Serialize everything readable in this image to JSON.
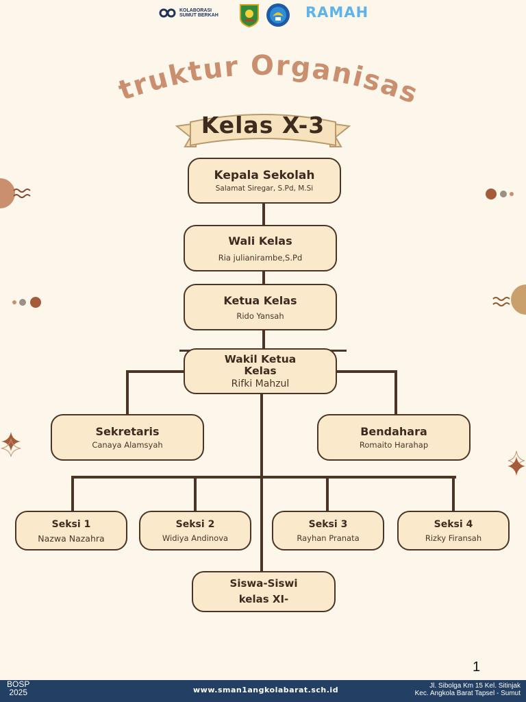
{
  "header": {
    "kolab_line1": "KOLABORASI",
    "kolab_line2": "SUMUT BERKAH",
    "ramah": "RAMAH"
  },
  "title": "Struktur Organisasi",
  "subtitle": "Kelas X-3",
  "org": {
    "kepala": {
      "role": "Kepala Sekolah",
      "name": "Salamat Siregar, S.Pd, M.Si"
    },
    "wali": {
      "role": "Wali Kelas",
      "name": "Ria julianirambe,S.Pd"
    },
    "ketua": {
      "role": "Ketua Kelas",
      "name": "Rido Yansah"
    },
    "wakil": {
      "role": "Wakil Ketua Kelas",
      "name": "Rifki Mahzul"
    },
    "sekretaris": {
      "role": "Sekretaris",
      "name": "Canaya Alamsyah"
    },
    "bendahara": {
      "role": "Bendahara",
      "name": "Romaito Harahap"
    },
    "seksi": [
      {
        "role": "Seksi 1",
        "name": "Nazwa Nazahra"
      },
      {
        "role": "Seksi 2",
        "name": "Widiya Andinova"
      },
      {
        "role": "Seksi 3",
        "name": "Rayhan Pranata"
      },
      {
        "role": "Seksi 4",
        "name": "Rizky Firansah"
      }
    ],
    "siswa": {
      "role_line1": "Siswa-Siswi",
      "role_line2": "kelas XI-"
    }
  },
  "page_number": "1",
  "footer": {
    "bosp_line1": "BOSP",
    "bosp_line2": "2025",
    "website": "www.sman1angkolabarat.sch.id",
    "address_line1": "Jl. Sibolga Km 15 Kel. Sitinjak",
    "address_line2": "Kec. Angkola Barat Tapsel - Sumut"
  },
  "colors": {
    "background": "#fcf6eb",
    "box_fill": "#fbe9cc",
    "line": "#4a3426",
    "title": "#c98f6e",
    "footer": "#233f63"
  }
}
